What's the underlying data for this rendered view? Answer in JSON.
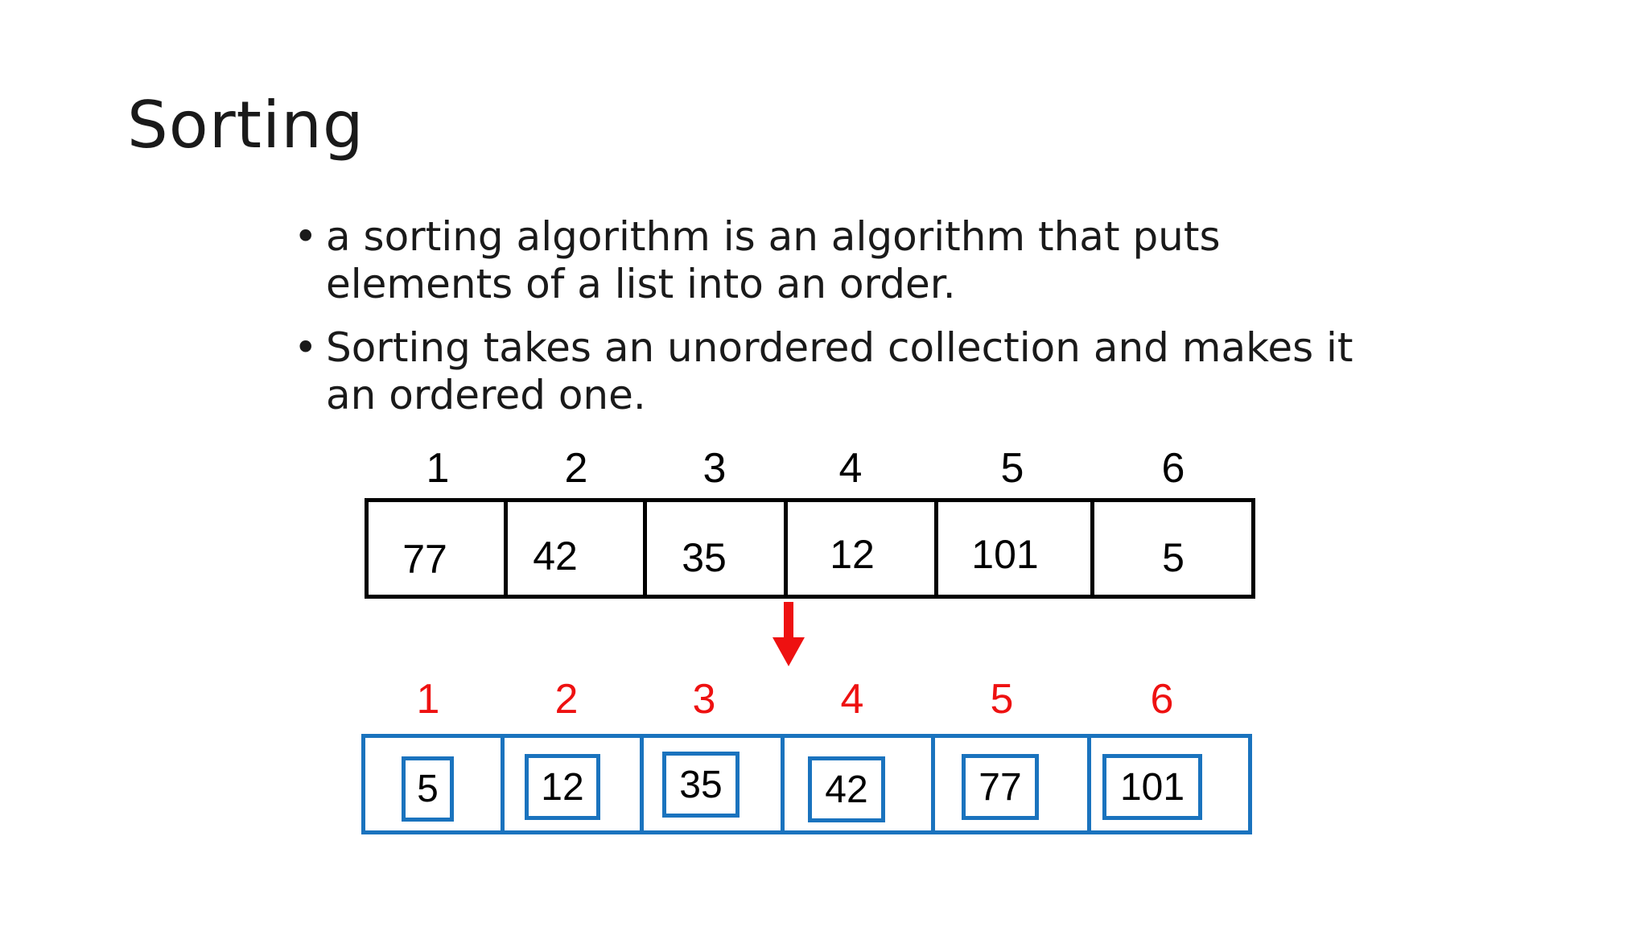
{
  "slide": {
    "title": "Sorting",
    "bullets": [
      {
        "lines": [
          "a sorting algorithm is an algorithm that puts",
          "elements of a list into an order."
        ]
      },
      {
        "lines": [
          "Sorting takes an unordered collection and makes it",
          "an ordered one."
        ]
      }
    ]
  },
  "diagram": {
    "unsorted": {
      "indices": [
        "1",
        "2",
        "3",
        "4",
        "5",
        "6"
      ],
      "values": [
        "77",
        "42",
        "35",
        "12",
        "101",
        "5"
      ]
    },
    "sorted": {
      "indices": [
        "1",
        "2",
        "3",
        "4",
        "5",
        "6"
      ],
      "values": [
        "5",
        "12",
        "35",
        "42",
        "77",
        "101"
      ]
    },
    "colors": {
      "unsorted_border": "#000000",
      "sorted_border": "#1a73be",
      "sorted_index": "#ee1111",
      "arrow": "#ee1111"
    },
    "arrow_icon": "arrow-down-icon"
  }
}
